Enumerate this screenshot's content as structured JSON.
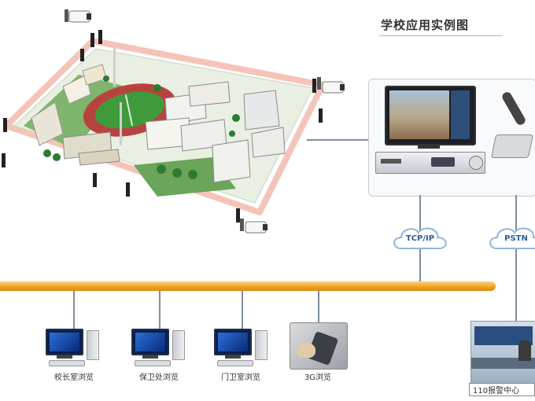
{
  "title": "学校应用实例图",
  "network": {
    "tcpip_label": "TCP/IP",
    "pstn_label": "PSTN"
  },
  "clients": [
    {
      "label": "校长室浏览"
    },
    {
      "label": "保卫处浏览"
    },
    {
      "label": "门卫室浏览"
    },
    {
      "label": "3G浏览"
    }
  ],
  "police_label": "110报警中心",
  "colors": {
    "backbone": "#f5a623",
    "cloud_stroke": "#8fb6e0",
    "fence": "#f2b5a8",
    "grass": "#3f9a3b",
    "track": "#b8433e"
  }
}
